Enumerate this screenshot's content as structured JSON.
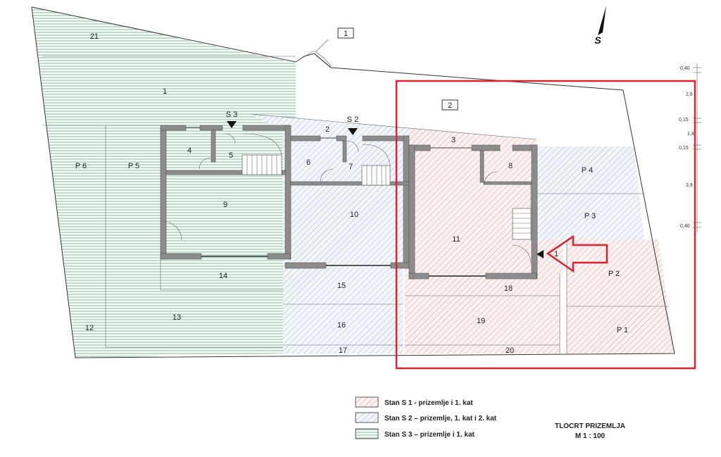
{
  "north": {
    "label": "S"
  },
  "rooms": {
    "r1": "1",
    "r2": "2",
    "r3": "3",
    "r4": "4",
    "r5": "5",
    "r6": "6",
    "r7": "7",
    "r8": "8",
    "r9": "9",
    "r10": "10",
    "r11": "11",
    "r12": "12",
    "r13": "13",
    "r14": "14",
    "r15": "15",
    "r16": "16",
    "r17": "17",
    "r18": "18",
    "r19": "19",
    "r20": "20",
    "r21": "21",
    "p1": "P 1",
    "p2": "P 2",
    "p3": "P 3",
    "p4": "P 4",
    "p5": "P 5",
    "p6": "P 6",
    "entrance": "1"
  },
  "stairs": {
    "s2": "S 2",
    "s3": "S 3"
  },
  "boxed_labels": {
    "b1": "1",
    "b2": "2"
  },
  "dimensions": [
    "0,40",
    "2,6",
    "0,15",
    "1,4",
    "0,15",
    "3,9",
    "0,40"
  ],
  "legend": [
    {
      "label": "Stan S 1 - prizemlje i 1. kat",
      "color": "#c0392b"
    },
    {
      "label": "Stan S 2 – prizemlje, 1. kat i 2. kat",
      "color": "#3d6fa8"
    },
    {
      "label": "Stan S 3 – prizemlje i 1. kat",
      "color": "#2e8b57"
    }
  ],
  "title": {
    "line1": "TLOCRT PRIZEMLJA",
    "line2": "M 1 : 100"
  },
  "highlight_color": "#d9232e"
}
